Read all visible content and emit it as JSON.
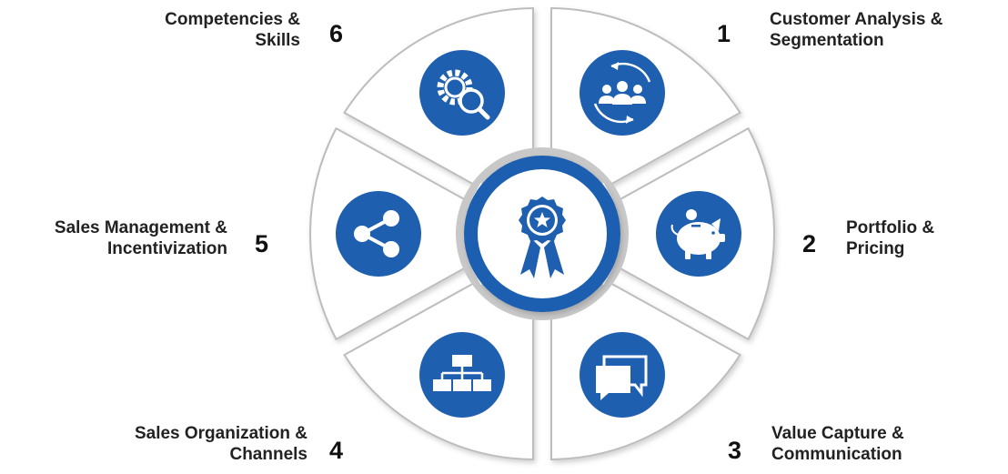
{
  "colors": {
    "accent": "#1f5fb0",
    "ring_gray": "#c8c8c8",
    "segment_fill": "#ffffff",
    "segment_stroke": "#bdbdbd"
  },
  "center": {
    "icon": "award-ribbon-icon"
  },
  "segments": [
    {
      "number": "1",
      "lines": [
        "Customer Analysis &",
        "Segmentation"
      ],
      "icon": "customer-group-cycle-icon"
    },
    {
      "number": "2",
      "lines": [
        "Portfolio &",
        "Pricing"
      ],
      "icon": "piggy-bank-icon"
    },
    {
      "number": "3",
      "lines": [
        "Value Capture &",
        "Communication"
      ],
      "icon": "chat-bubbles-icon"
    },
    {
      "number": "4",
      "lines": [
        "Sales Organization &",
        "Channels"
      ],
      "icon": "org-chart-icon"
    },
    {
      "number": "5",
      "lines": [
        "Sales Management &",
        "Incentivization"
      ],
      "icon": "share-network-icon"
    },
    {
      "number": "6",
      "lines": [
        "Competencies &",
        "Skills"
      ],
      "icon": "gear-search-icon"
    }
  ]
}
